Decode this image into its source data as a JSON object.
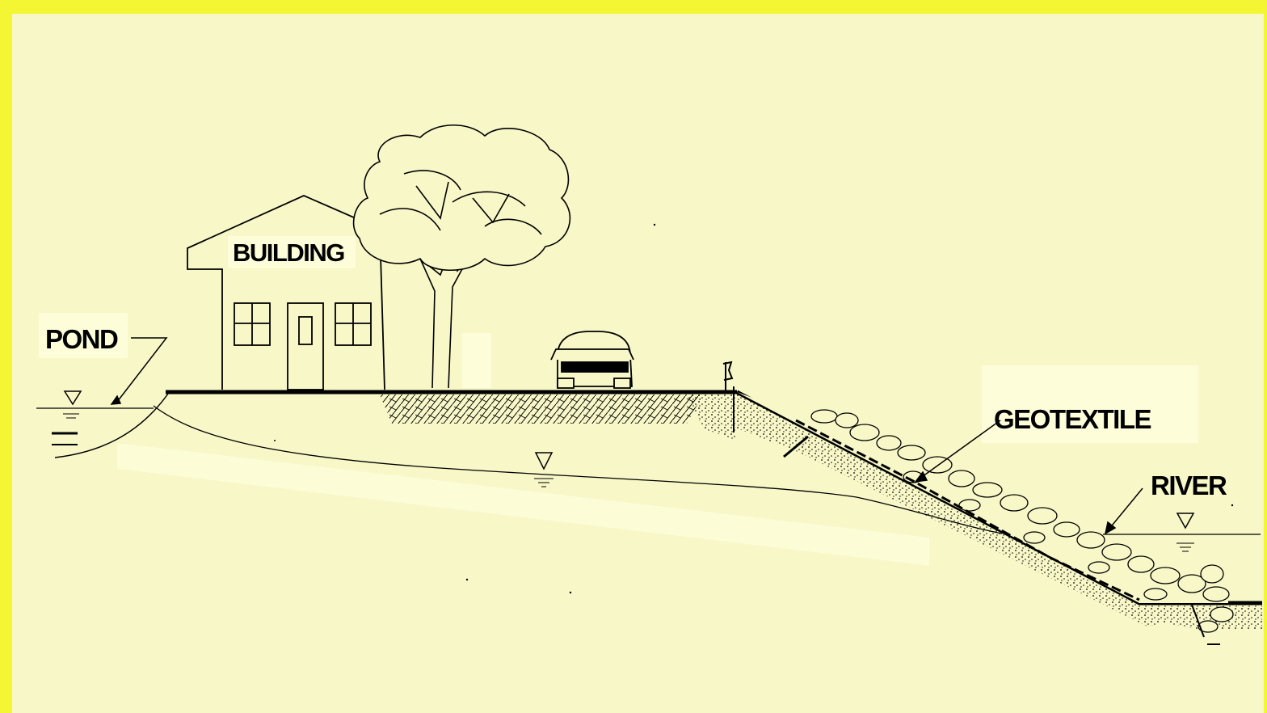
{
  "labels": {
    "building": "BUILDING",
    "pond": "POND",
    "geotextile": "GEOTEXTILE",
    "river": "RIVER"
  },
  "colors": {
    "border": "#f4f533",
    "background": "#f7f7c8",
    "label_box": "#fdfdd9",
    "ink": "#000000"
  },
  "icons": [
    "house-icon",
    "tree-icon",
    "car-icon",
    "water-level-symbol",
    "riprap-stones",
    "signpost-icon"
  ]
}
